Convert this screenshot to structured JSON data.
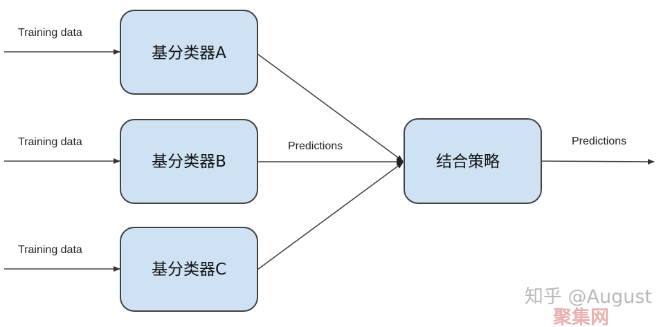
{
  "nodes": {
    "classifier_a": "基分类器A",
    "classifier_b": "基分类器B",
    "classifier_c": "基分类器C",
    "combiner": "结合策略"
  },
  "edges": {
    "input_a": "Training data",
    "input_b": "Training data",
    "input_c": "Training data",
    "middle": "Predictions",
    "output": "Predictions"
  },
  "watermark": {
    "main": "知乎 @August",
    "sub": "聚集网"
  },
  "colors": {
    "box_fill": "#cfe2f3",
    "box_stroke": "#404040",
    "line": "#444444"
  }
}
